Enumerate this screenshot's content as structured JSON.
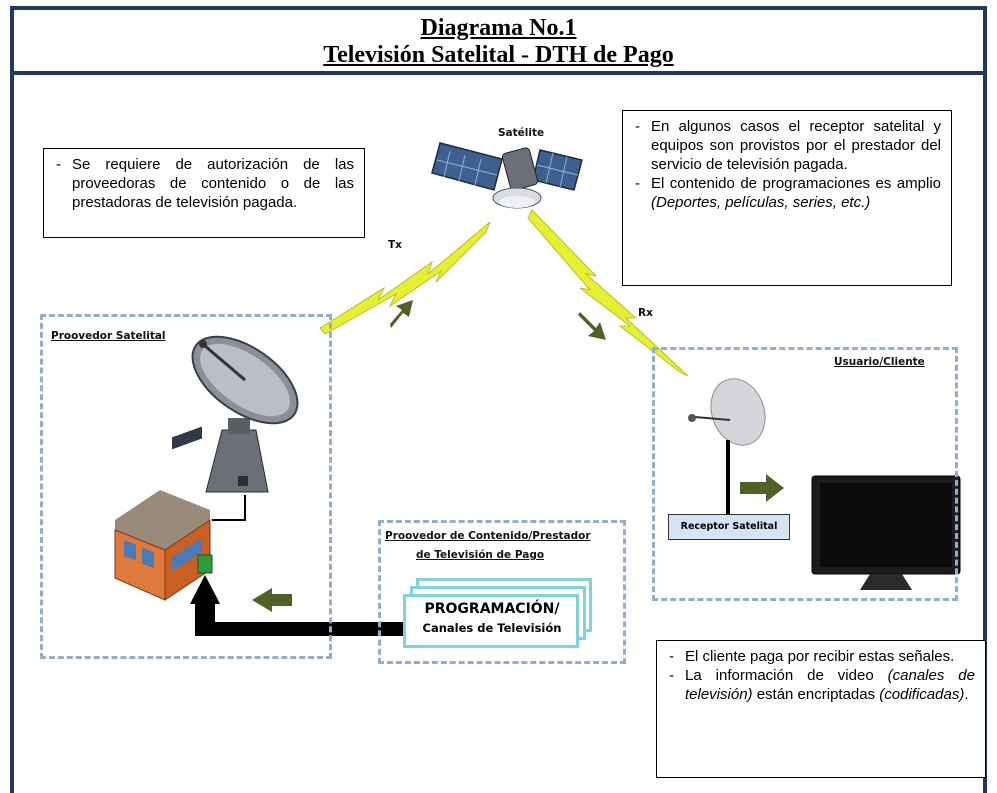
{
  "title": {
    "line1": "Diagrama No.1",
    "line2": "Televisión Satelital - DTH de Pago"
  },
  "notes": {
    "left": {
      "items": [
        "Se requiere de autorización de las proveedoras de contenido o de las prestadoras de televisión pagada."
      ]
    },
    "top_right": {
      "item1": "En algunos casos el receptor satelital y equipos son provistos por el prestador del servicio de televisión pagada.",
      "item2_prefix": "El contenido de programaciones es amplio ",
      "item2_italic": "(Deportes, películas, series, etc.)"
    },
    "bottom_right": {
      "item1": "El cliente paga por recibir estas señales.",
      "item2_prefix": "La información de video ",
      "item2_italic": "(canales de televisión)",
      "item2_mid": " están encriptadas ",
      "item2_italic2": "(codificadas)",
      "item2_end": "."
    }
  },
  "labels": {
    "satellite": "Satélite",
    "tx": "Tx",
    "rx": "Rx",
    "provider_zone": "Proovedor Satelital",
    "client_zone": "Usuario/Cliente",
    "content_zone_line1": "Proovedor de Contenido/Prestador",
    "content_zone_line2": "de Televisión de Pago",
    "receiver": "Receptor Satelital",
    "programming_line1": "PROGRAMACIÓN/",
    "programming_line2": "Canales de Televisión"
  },
  "colors": {
    "frame": "#1f3864",
    "dashed_zone": "#93acd0",
    "arrow_green": "#4f6228",
    "signal_yellow": "#e6f032",
    "card_border": "#7fd3dc",
    "receiver_fill": "#d6e3f5"
  }
}
